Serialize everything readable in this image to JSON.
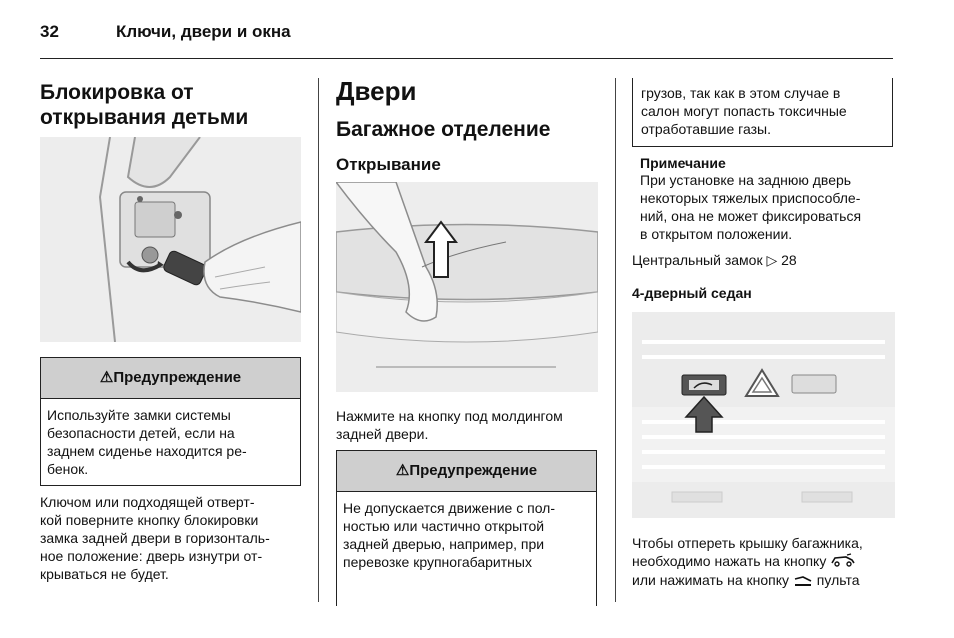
{
  "header": {
    "page_number": "32",
    "chapter_title": "Ключи, двери и окна"
  },
  "col1": {
    "heading_line1": "Блокировка от",
    "heading_line2": "открывания детьми",
    "warning": {
      "title": "Предупреждение",
      "lines": [
        "Используйте замки системы",
        "безопасности детей, если на",
        "заднем сиденье находится ре-",
        "бенок."
      ]
    },
    "text_lines": [
      "Ключом или подходящей отверт-",
      "кой поверните кнопку блокировки",
      "замка задней двери в горизонталь-",
      "ное положение: дверь изнутри от-",
      "крываться не будет."
    ]
  },
  "col2": {
    "title": "Двери",
    "section": "Багажное отделение",
    "subsection": "Открывание",
    "text_lines": [
      "Нажмите на кнопку под молдингом",
      "задней двери."
    ],
    "warning": {
      "title": "Предупреждение",
      "lines": [
        "Не допускается движение с пол-",
        "ностью или частично открытой",
        "задней дверью, например, при",
        "перевозке крупногабаритных"
      ]
    }
  },
  "col3": {
    "box_lines": [
      "грузов, так как в этом случае в",
      "салон могут попасть токсичные",
      "отработавшие газы."
    ],
    "note_title": "Примечание",
    "note_lines": [
      "При установке на заднюю дверь",
      "некоторых тяжелых приспособле-",
      "ний, она не может фиксироваться",
      "в открытом положении."
    ],
    "ref_text": "Центральный замок",
    "ref_page": "28",
    "subsection": "4-дверный седан",
    "text_line1": "Чтобы отпереть крышку багажника,",
    "text_line2": "необходимо нажать на кнопку",
    "text_line3_a": "или нажимать на кнопку",
    "text_line3_b": "пульта"
  }
}
